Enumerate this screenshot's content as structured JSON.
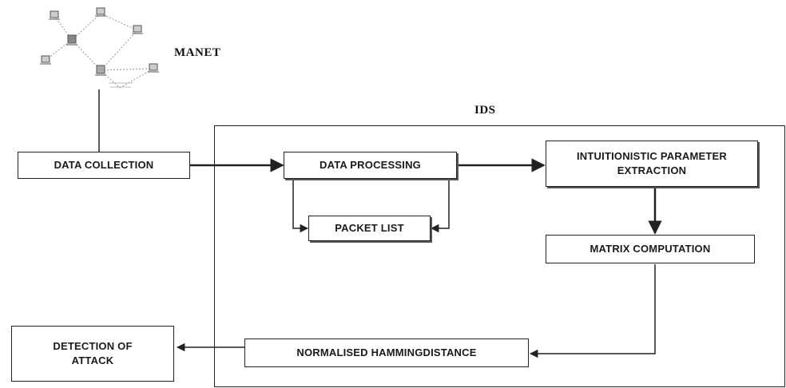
{
  "labels": {
    "manet": "MANET",
    "ids": "IDS"
  },
  "boxes": {
    "data_collection": "DATA COLLECTION",
    "data_processing": "DATA PROCESSING",
    "packet_list": "PACKET LIST",
    "intuitionistic": "INTUITIONISTIC PARAMETER EXTRACTION",
    "matrix": "MATRIX COMPUTATION",
    "hamming": "NORMALISED HAMMINGDISTANCE",
    "detection": "DETECTION OF ATTACK"
  },
  "colors": {
    "line": "#222222",
    "network_link": "#888888",
    "node": "#666666"
  },
  "icons": [
    "network-diagram-icon",
    "computer-node-icon"
  ]
}
